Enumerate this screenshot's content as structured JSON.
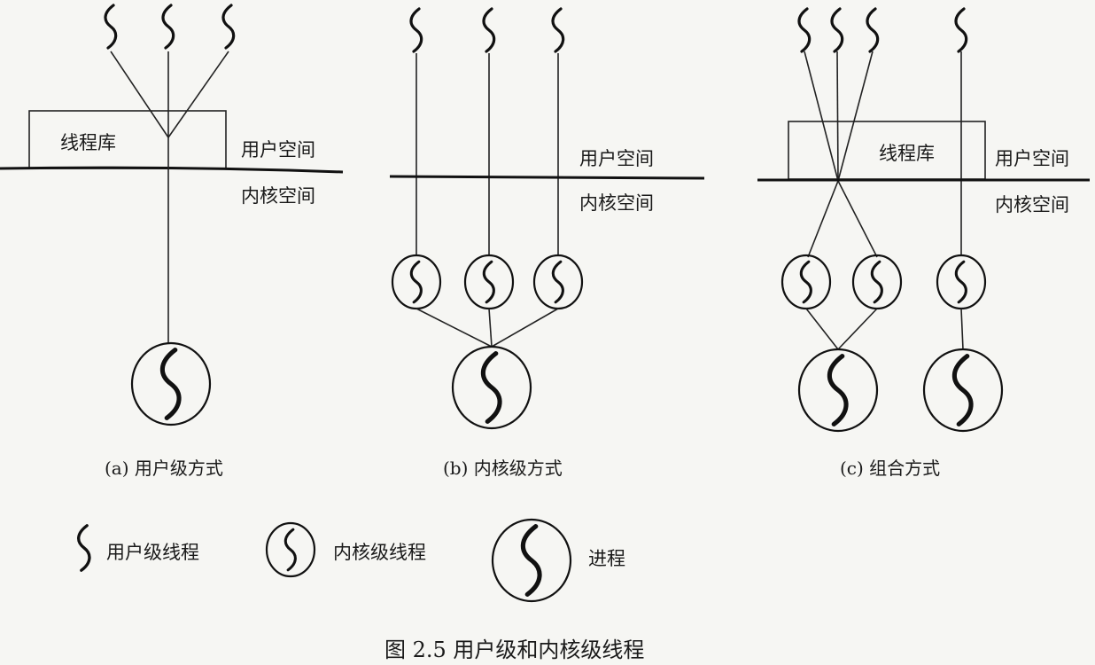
{
  "panels": {
    "a": {
      "caption": "(a) 用户级方式",
      "library": "线程库",
      "user_space": "用户空间",
      "kernel_space": "内核空间"
    },
    "b": {
      "caption": "(b) 内核级方式",
      "user_space": "用户空间",
      "kernel_space": "内核空间"
    },
    "c": {
      "caption": "(c) 组合方式",
      "library": "线程库",
      "user_space": "用户空间",
      "kernel_space": "内核空间"
    }
  },
  "legend": {
    "user_thread": "用户级线程",
    "kernel_thread": "内核级线程",
    "process": "进程"
  },
  "figure_caption": "图 2.5   用户级和内核级线程"
}
